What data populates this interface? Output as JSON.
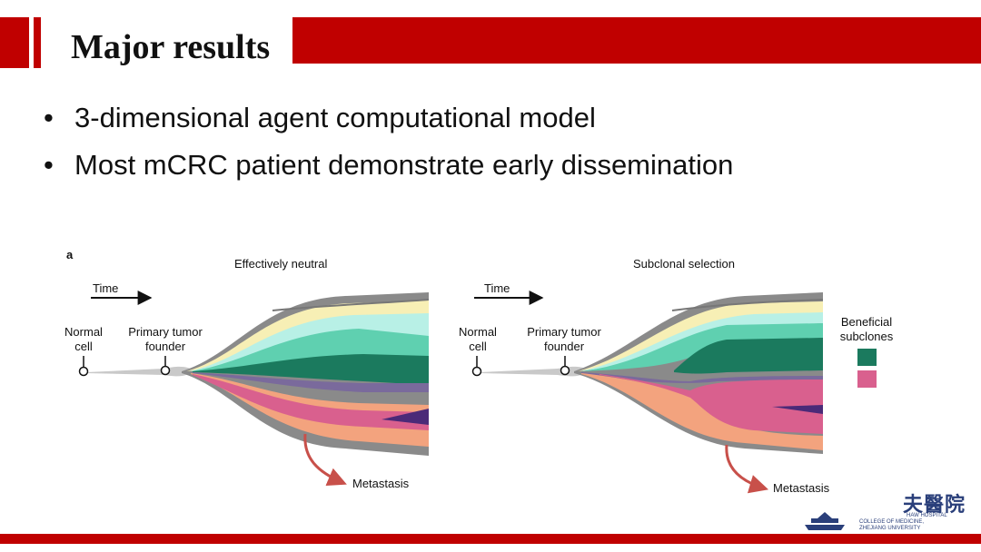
{
  "slide": {
    "title": "Major results",
    "bullets": [
      "3-dimensional agent computational model",
      "Most mCRC patient demonstrate early dissemination"
    ]
  },
  "figure": {
    "panel_label": "a",
    "left": {
      "title": "Effectively neutral",
      "time_label": "Time",
      "normal_cell_line1": "Normal",
      "normal_cell_line2": "cell",
      "founder_line1": "Primary tumor",
      "founder_line2": "founder",
      "metastasis": "Metastasis"
    },
    "right": {
      "title": "Subclonal selection",
      "time_label": "Time",
      "normal_cell_line1": "Normal",
      "normal_cell_line2": "cell",
      "founder_line1": "Primary tumor",
      "founder_line2": "founder",
      "metastasis": "Metastasis"
    },
    "legend": {
      "title_line1": "Beneficial",
      "title_line2": "subclones",
      "colors": [
        "#1b7a5e",
        "#d9608e"
      ]
    }
  },
  "logo": {
    "chinese": "夫醫院",
    "line1": "HAW HOSPITAL",
    "line2": "COLLEGE OF MEDICINE,",
    "line3": "ZHEJIANG UNIVERSITY"
  },
  "colors": {
    "accent_red": "#c00000",
    "teal_dark": "#1b7a5e",
    "teal_light": "#5fd0b0",
    "cyan_light": "#b8f0e6",
    "cream": "#f7efb5",
    "orange": "#f3a37e",
    "pink": "#d9608e",
    "purple": "#6b3a8c",
    "grey": "#8a8a8a"
  }
}
